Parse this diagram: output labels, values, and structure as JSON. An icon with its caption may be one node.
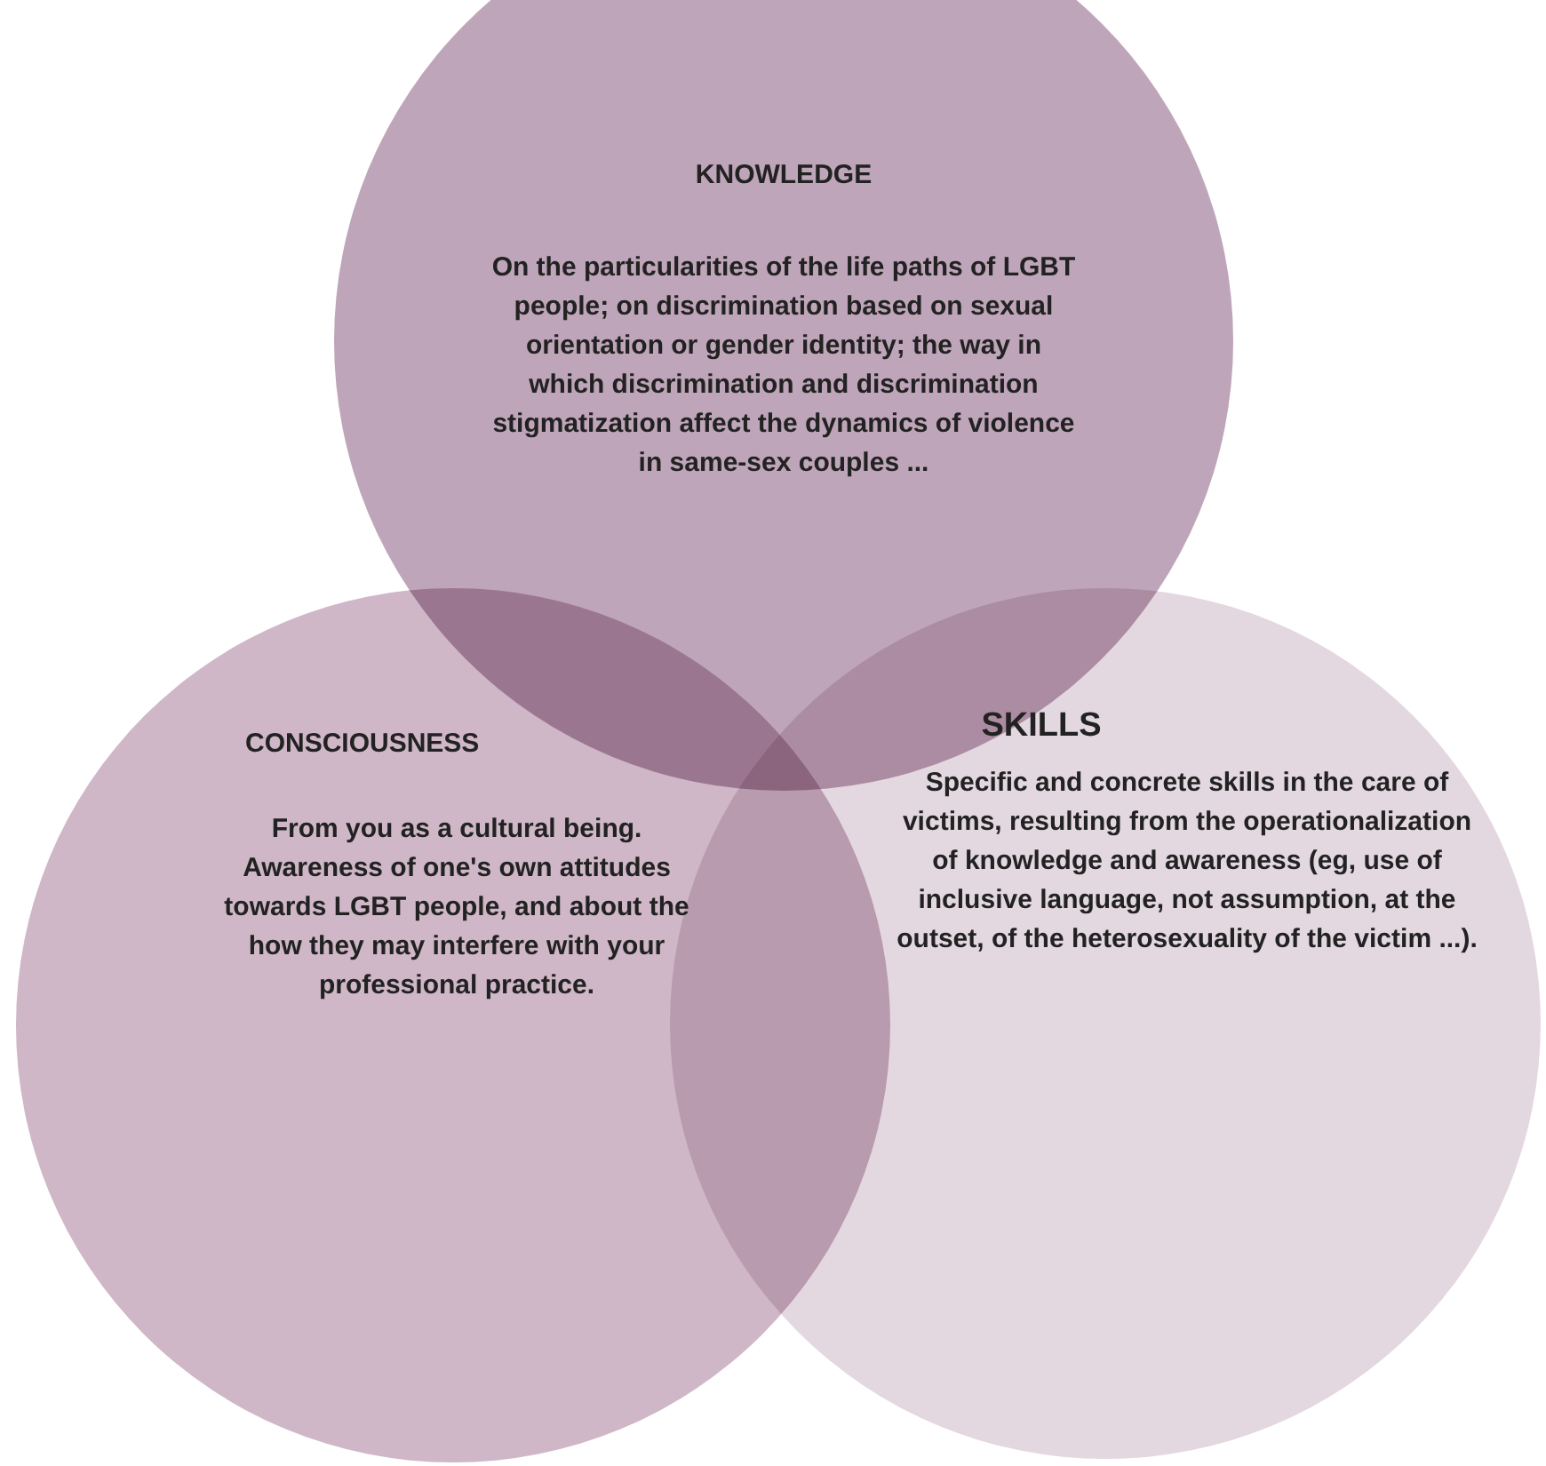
{
  "diagram": {
    "nodes": [
      {
        "text": [
          "KNOWLEDGE",
          "On the particularities of the life paths of LGBT people; on discrimination based on sexual orientation or gender identity; the way in which discrimination and discrimination stigmatization affect the dynamics of violence in same-sex couples ..."
        ]
      },
      {
        "text": [
          "CONSCIOUSNESS",
          "From you as a cultural being. Awareness of one's own attitudes towards LGBT people, and about the how they may interfere with your professional practice."
        ]
      },
      {
        "text": [
          "SKILLS",
          "Specific and concrete skills in the care of victims, resulting from the operationalization of knowledge and awareness (eg, use of inclusive language, not assumption, at the outset, of the heterosexuality of the victim ...)."
        ]
      }
    ],
    "edges": []
  }
}
